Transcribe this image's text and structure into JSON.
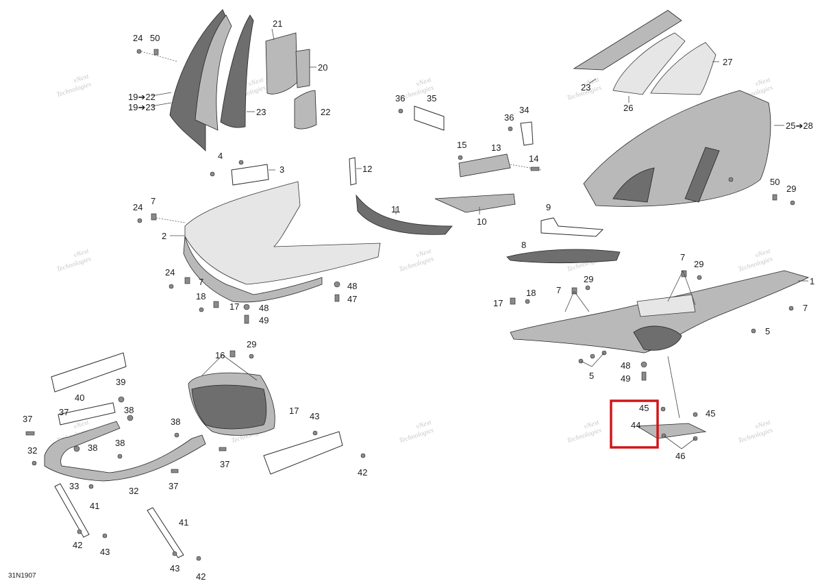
{
  "diagram": {
    "code": "31N1907",
    "watermark_lines": [
      "vNext",
      "Technologies"
    ],
    "highlight_color": "#d0161a",
    "callouts": {
      "c24a": "24",
      "c50a": "50",
      "c19a": "19➔22",
      "c19b": "19➔23",
      "c21": "21",
      "c20": "20",
      "c22": "22",
      "c23": "23",
      "c4": "4",
      "c3": "3",
      "c12": "12",
      "c24b": "24",
      "c7a": "7",
      "c2": "2",
      "c11": "11",
      "c10": "10",
      "c24c": "24",
      "c7b": "7",
      "c18a": "18",
      "c17a": "17",
      "c48a": "48",
      "c47": "47",
      "c48b": "48",
      "c49a": "49",
      "c36a": "36",
      "c35": "35",
      "c34": "34",
      "c36b": "36",
      "c15": "15",
      "c13": "13",
      "c14": "14",
      "c23b": "23",
      "c26": "26",
      "c27": "27",
      "c25": "25➔28",
      "c50b": "50",
      "c29a": "29",
      "c9": "9",
      "c8": "8",
      "c7c": "7",
      "c29b": "29",
      "c1": "1",
      "c7d": "7",
      "c29c": "29",
      "c17b": "17",
      "c18b": "18",
      "c7e": "7",
      "c5a": "5",
      "c5b": "5",
      "c48c": "48",
      "c49b": "49",
      "c45a": "45",
      "c45b": "45",
      "c44": "44",
      "c46": "46",
      "c16": "16",
      "c29d": "29",
      "c17c": "17",
      "c43a": "43",
      "c42a": "42",
      "c39": "39",
      "c40": "40",
      "c37a": "37",
      "c38a": "38",
      "c37b": "37",
      "c32a": "32",
      "c38b": "38",
      "c38c": "38",
      "c38d": "38",
      "c37c": "37",
      "c37d": "37",
      "c33": "33",
      "c32b": "32",
      "c41a": "41",
      "c42b": "42",
      "c43b": "43",
      "c41b": "41",
      "c43c": "43",
      "c42c": "42"
    }
  }
}
